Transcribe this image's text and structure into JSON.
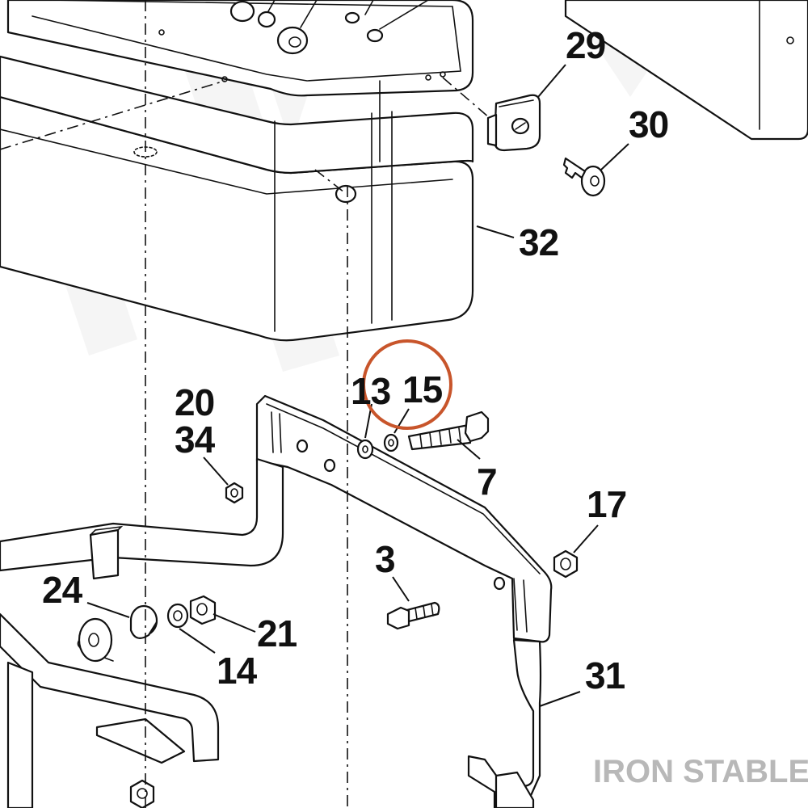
{
  "diagram": {
    "callouts": [
      {
        "id": "29",
        "label": "29"
      },
      {
        "id": "30",
        "label": "30"
      },
      {
        "id": "32",
        "label": "32"
      },
      {
        "id": "20",
        "label": "20"
      },
      {
        "id": "34",
        "label": "34"
      },
      {
        "id": "13",
        "label": "13"
      },
      {
        "id": "15",
        "label": "15"
      },
      {
        "id": "7",
        "label": "7"
      },
      {
        "id": "17",
        "label": "17"
      },
      {
        "id": "3",
        "label": "3"
      },
      {
        "id": "24",
        "label": "24"
      },
      {
        "id": "21",
        "label": "21"
      },
      {
        "id": "14",
        "label": "14"
      },
      {
        "id": "31",
        "label": "31"
      }
    ],
    "highlight": {
      "target": "15",
      "color": "#c8552b"
    },
    "watermark": {
      "text": "IRON STABLE",
      "color": "#b8b8b8"
    }
  }
}
